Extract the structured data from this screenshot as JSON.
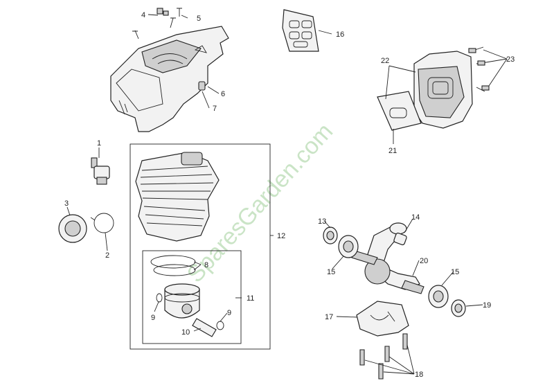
{
  "watermark": "SparesGarden.com",
  "callouts": {
    "c1": "1",
    "c2": "2",
    "c3": "3",
    "c4": "4",
    "c5": "5",
    "c6": "6",
    "c7": "7",
    "c8": "8",
    "c9a": "9",
    "c9b": "9",
    "c10": "10",
    "c11": "11",
    "c12": "12",
    "c13": "13",
    "c14": "14",
    "c15a": "15",
    "c15b": "15",
    "c16": "16",
    "c17": "17",
    "c18": "18",
    "c19": "19",
    "c20": "20",
    "c21": "21",
    "c22": "22",
    "c23": "23"
  }
}
